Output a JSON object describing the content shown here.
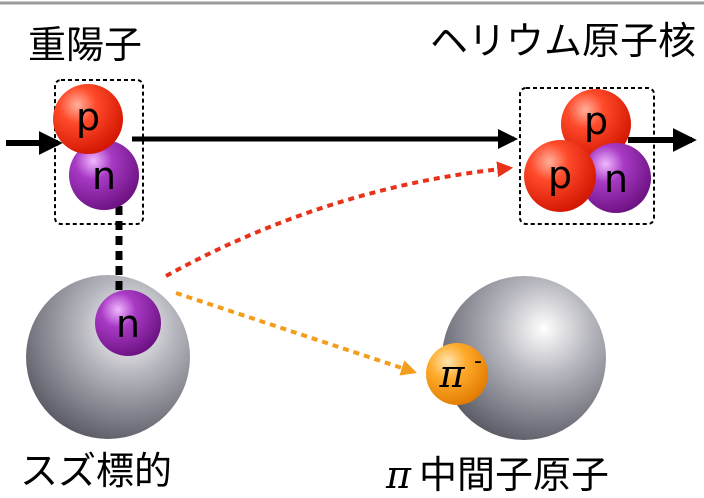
{
  "labels": {
    "deuteron": "重陽子",
    "helium_nucleus": "ヘリウム原子核",
    "tin_target": "スズ標的",
    "pionic_atom_symbol": "π",
    "pionic_atom_text": "中間子原子"
  },
  "particles": {
    "proton": "p",
    "neutron": "n",
    "pion_symbol": "π",
    "pion_charge": "-"
  },
  "colors": {
    "proton": "#ff2a10",
    "neutron": "#8a1ca6",
    "pion": "#ff9a10",
    "nucleus": "#8c8c99",
    "arrow_red": "#e8321a",
    "arrow_orange": "#f29d1c"
  }
}
